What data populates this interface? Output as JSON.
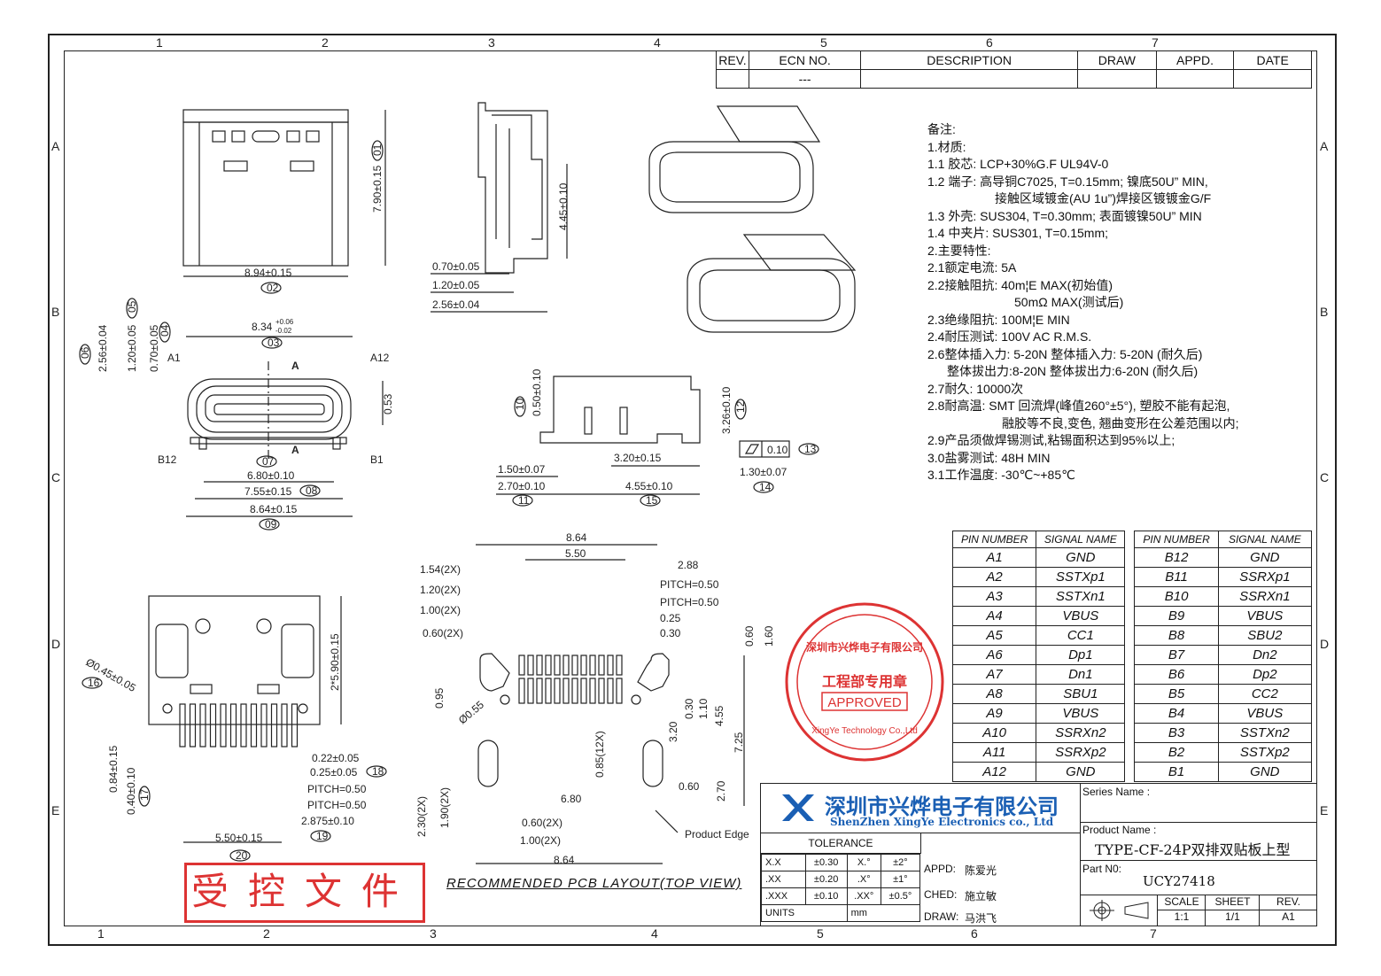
{
  "frame": {
    "columns": [
      "1",
      "2",
      "3",
      "4",
      "5",
      "6",
      "7"
    ],
    "rows": [
      "A",
      "B",
      "C",
      "D",
      "E"
    ]
  },
  "rev_table": {
    "headers": [
      "REV.",
      "ECN NO.",
      "DESCRIPTION",
      "DRAW",
      "APPD.",
      "DATE"
    ],
    "row": [
      "",
      "---",
      "",
      "",
      "",
      ""
    ]
  },
  "notes": [
    "备注:",
    "1.材质:",
    "1.1 胶芯: LCP+30%G.F UL94V-0",
    "1.2 端子: 高导铜C7025, T=0.15mm; 镍底50U” MIN,",
    "接触区域镀金(AU 1u”)焊接区镀镀金G/F",
    "1.3 外壳: SUS304, T=0.30mm; 表面镀镍50U” MIN",
    "1.4 中夹片: SUS301, T=0.15mm;",
    "2.主要特性:",
    "2.1额定电流: 5A",
    "2.2接触阻抗: 40m¦E MAX(初始值)",
    "50mΩ MAX(测试后)",
    "2.3绝缘阻抗: 100M¦E MIN",
    "2.4耐压测试: 100V AC R.M.S.",
    "2.6整体插入力: 5-20N 整体插入力: 5-20N (耐久后)",
    "整体拔出力:8-20N 整体拔出力:6-20N (耐久后)",
    "2.7耐久: 10000次",
    "2.8耐高温: SMT 回流焊(峰值260°±5°), 塑胶不能有起泡,",
    "融胶等不良,变色, 翘曲变形在公差范围以内;",
    "2.9产品须做焊锡测试,粘锡面积达到95%以上;",
    "3.0盐雾测试: 48H MIN",
    "3.1工作温度: -30℃~+85℃"
  ],
  "pin_table": {
    "headers": [
      "PIN NUMBER",
      "SIGNAL NAME",
      "PIN NUMBER",
      "SIGNAL NAME"
    ],
    "rows": [
      [
        "A1",
        "GND",
        "B12",
        "GND"
      ],
      [
        "A2",
        "SSTXp1",
        "B11",
        "SSRXp1"
      ],
      [
        "A3",
        "SSTXn1",
        "B10",
        "SSRXn1"
      ],
      [
        "A4",
        "VBUS",
        "B9",
        "VBUS"
      ],
      [
        "A5",
        "CC1",
        "B8",
        "SBU2"
      ],
      [
        "A6",
        "Dp1",
        "B7",
        "Dn2"
      ],
      [
        "A7",
        "Dn1",
        "B6",
        "Dp2"
      ],
      [
        "A8",
        "SBU1",
        "B5",
        "CC2"
      ],
      [
        "A9",
        "VBUS",
        "B4",
        "VBUS"
      ],
      [
        "A10",
        "SSRXn2",
        "B3",
        "SSTXn2"
      ],
      [
        "A11",
        "SSRXp2",
        "B2",
        "SSTXp2"
      ],
      [
        "A12",
        "GND",
        "B1",
        "GND"
      ]
    ]
  },
  "stamp": {
    "ring_text": "深圳市兴烨电子有限公司",
    "center": "工程部专用章",
    "approved": "APPROVED",
    "en_ring": "XingYe Technology Co.,Ltd"
  },
  "controlled_stamp": "受控文件",
  "layout_caption": "RECOMMENDED PCB LAYOUT(TOP VIEW)",
  "product_edge": "Product Edge",
  "dims": {
    "top_width": "8.94±0.15",
    "top_width_tag": "02",
    "top_height": "7.90±0.15",
    "top_height_tag": "01",
    "side_445": "4.45±0.10",
    "side_070": "0.70±0.05",
    "side_120": "1.20±0.05",
    "side_256": "2.56±0.04",
    "front_834": "8.34",
    "front_834_tol_up": "+0.06",
    "front_834_tol_dn": "-0.02",
    "front_834_tag": "03",
    "front_256": "2.56±0.04",
    "front_256_tag": "06",
    "front_120": "1.20±0.05",
    "front_120_tag": "05",
    "front_070": "0.70±0.05",
    "front_070_tag": "04",
    "front_053": "0.53",
    "front_680": "6.80±0.10",
    "front_680_tag": "07",
    "front_755": "7.55±0.15",
    "front_755_tag": "08",
    "front_864": "8.64±0.15",
    "front_864_tag": "09",
    "a1": "A1",
    "a12": "A12",
    "b1": "B1",
    "b12": "B12",
    "sec": "A",
    "sv_050": "0.50±0.10",
    "sv_050_tag": "10",
    "sv_326": "3.26±0.10",
    "sv_326_tag": "12",
    "sv_flat": "0.10",
    "sv_flat_tag": "13",
    "sv_150": "1.50±0.07",
    "sv_270": "2.70±0.10",
    "sv_270_tag": "11",
    "sv_320": "3.20±0.15",
    "sv_455": "4.55±0.10",
    "sv_455_tag": "15",
    "sv_130": "1.30±0.07",
    "sv_130_tag": "14",
    "bv_045": "Ø0.45±0.05",
    "bv_045_tag": "16",
    "bv_590": "2*5.90±0.15",
    "bv_084": "0.84±0.15",
    "bv_040": "0.40±0.10",
    "bv_040_tag": "17",
    "bv_022": "0.22±0.05",
    "bv_025": "0.25±0.05",
    "bv_025_tag": "18",
    "bv_pitch1": "PITCH=0.50",
    "bv_pitch2": "PITCH=0.50",
    "bv_2875": "2.875±0.10",
    "bv_2875_tag": "19",
    "bv_550": "5.50±0.15",
    "bv_550_tag": "20",
    "pcb_864": "8.64",
    "pcb_550": "5.50",
    "pcb_288": "2.88",
    "pcb_pitch1": "PITCH=0.50",
    "pcb_pitch2": "PITCH=0.50",
    "pcb_025": "0.25",
    "pcb_030": "0.30",
    "pcb_154": "1.54(2X)",
    "pcb_120": "1.20(2X)",
    "pcb_100": "1.00(2X)",
    "pcb_060": "0.60(2X)",
    "pcb_095": "0.95",
    "pcb_055": "Ø0.55",
    "pcb_060v": "0.60",
    "pcb_160": "1.60",
    "pcb_030v": "0.30",
    "pcb_110": "1.10",
    "pcb_455": "4.55",
    "pcb_320": "3.20",
    "pcb_725": "7.25",
    "pcb_085": "0.85(12X)",
    "pcb_680": "6.80",
    "pcb_060h": "0.60",
    "pcb_270": "2.70",
    "pcb_230": "2.30(2X)",
    "pcb_190": "1.90(2X)",
    "pcb_060b": "0.60(2X)",
    "pcb_100b": "1.00(2X)",
    "pcb_864b": "8.64"
  },
  "title_block": {
    "company_cn": "深圳市兴烨电子有限公司",
    "company_en": "ShenZhen XingYe Electronics co., Ltd",
    "series_label": "Series Name :",
    "series_value": "",
    "product_label": "Product Name :",
    "product_value": "TYPE-CF-24P双排双贴板上型",
    "part_label": "Part N0:",
    "part_value": "UCY27418",
    "tolerance": "TOLERANCE",
    "tol_rows": [
      [
        "X.X",
        "±0.30",
        "X.°",
        "±2°"
      ],
      [
        ".XX",
        "±0.20",
        ".X°",
        "±1°"
      ],
      [
        ".XXX",
        "±0.10",
        ".XX°",
        "±0.5°"
      ]
    ],
    "units": "UNITS",
    "units_val": "mm",
    "appd_label": "APPD:",
    "appd_name": "陈爱光",
    "ched_label": "CHED:",
    "ched_name": "施立敏",
    "draw_label": "DRAW:",
    "draw_name": "马洪飞",
    "scale_label": "SCALE",
    "scale": "1:1",
    "sheet_label": "SHEET",
    "sheet": "1/1",
    "rev_label": "REV.",
    "rev": "A1"
  },
  "colors": {
    "line": "#222222",
    "stamp_red": "#d33333",
    "logo_blue": "#1a5fb4"
  }
}
